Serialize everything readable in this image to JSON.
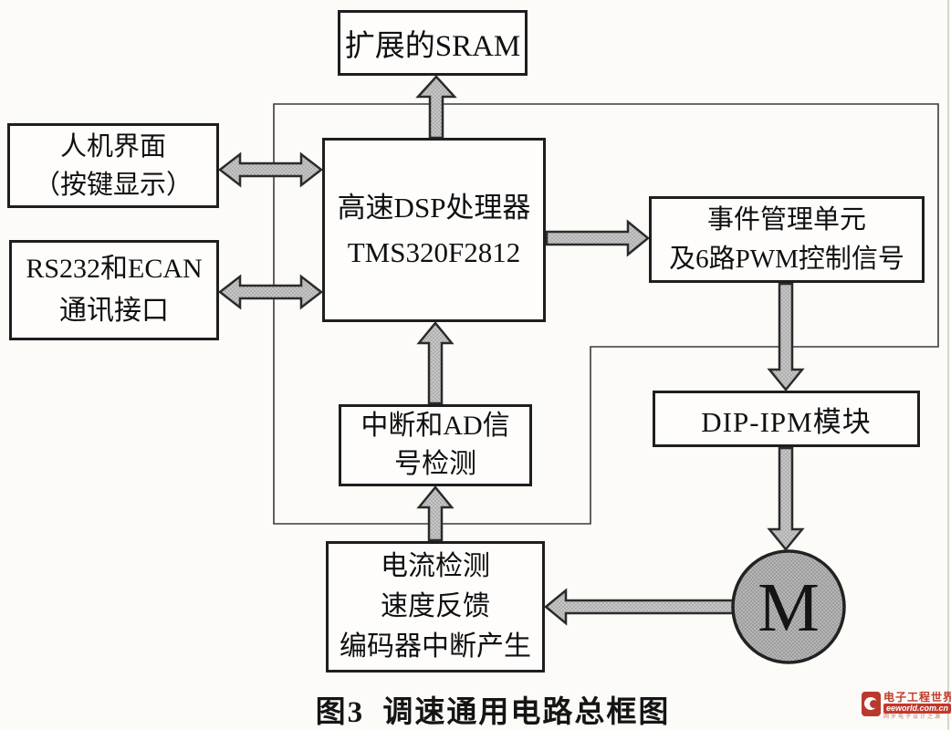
{
  "figure": {
    "caption": "图3 调速通用电路总框图"
  },
  "nodes": {
    "sram": {
      "lines": [
        "扩展的SRAM"
      ]
    },
    "hmi": {
      "lines": [
        "人机界面",
        "（按键显示）"
      ]
    },
    "comm": {
      "lines": [
        "RS232和ECAN",
        "通讯接口"
      ]
    },
    "dsp": {
      "lines": [
        "高速DSP处理器",
        "TMS320F2812"
      ]
    },
    "event": {
      "lines": [
        "事件管理单元",
        "及6路PWM控制信号"
      ]
    },
    "dipipm": {
      "lines": [
        "DIP-IPM模块"
      ]
    },
    "ad": {
      "lines": [
        "中断和AD信",
        "号检测"
      ]
    },
    "feedback": {
      "lines": [
        "电流检测",
        "速度反馈",
        "编码器中断产生"
      ]
    },
    "motor": {
      "label": "M"
    }
  },
  "connections": [
    {
      "from": "高速DSP处理器 TMS320F2812",
      "to": "扩展的SRAM",
      "direction": "up"
    },
    {
      "from": "人机界面（按键显示）",
      "to": "高速DSP处理器 TMS320F2812",
      "direction": "bidirectional"
    },
    {
      "from": "RS232和ECAN通讯接口",
      "to": "高速DSP处理器 TMS320F2812",
      "direction": "bidirectional"
    },
    {
      "from": "高速DSP处理器 TMS320F2812",
      "to": "事件管理单元及6路PWM控制信号",
      "direction": "right"
    },
    {
      "from": "事件管理单元及6路PWM控制信号",
      "to": "DIP-IPM模块",
      "direction": "down"
    },
    {
      "from": "DIP-IPM模块",
      "to": "电机 M",
      "direction": "down"
    },
    {
      "from": "电机 M",
      "to": "电流检测/速度反馈/编码器中断产生",
      "direction": "left"
    },
    {
      "from": "电流检测/速度反馈/编码器中断产生",
      "to": "中断和AD信号检测",
      "direction": "up"
    },
    {
      "from": "中断和AD信号检测",
      "to": "高速DSP处理器 TMS320F2812",
      "direction": "up"
    }
  ],
  "watermark": {
    "site_name": "电子工程世界",
    "domain": "eeworld.com.cn",
    "tagline": "网罗电子设计之源",
    "brand_color": "#c0392b"
  },
  "colors": {
    "background": "#fcfbf8",
    "box_border": "#1e1e1e",
    "arrow_fill": "#c6c6c6",
    "arrow_dot": "#8c8c8c",
    "arrow_stroke": "#2b2b2b",
    "motor_fill": "#b5b5b5",
    "boundary_line": "#3a3a3a"
  }
}
